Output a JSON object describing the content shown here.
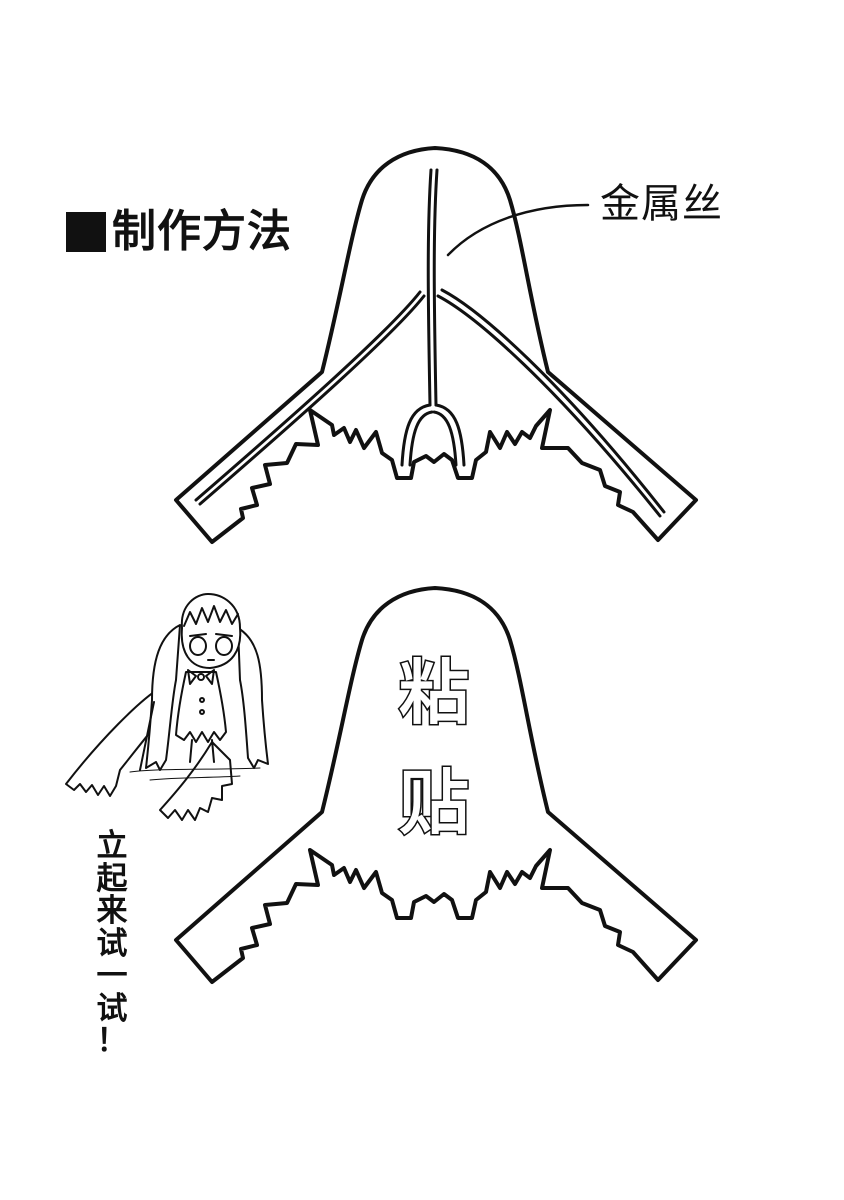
{
  "heading": {
    "text": "制作方法"
  },
  "labels": {
    "wire": "金属丝",
    "paste_chars": [
      "粘",
      "贴"
    ],
    "caption_chars": [
      "立",
      "起",
      "来",
      "试",
      "一",
      "试",
      "！"
    ]
  },
  "colors": {
    "ink": "#111111",
    "paper": "#ffffff"
  },
  "illustrations": {
    "top": "ghost-costume-with-wire",
    "bottom": "ghost-costume-paste",
    "character": "chibi-character-in-ghost-costume"
  }
}
